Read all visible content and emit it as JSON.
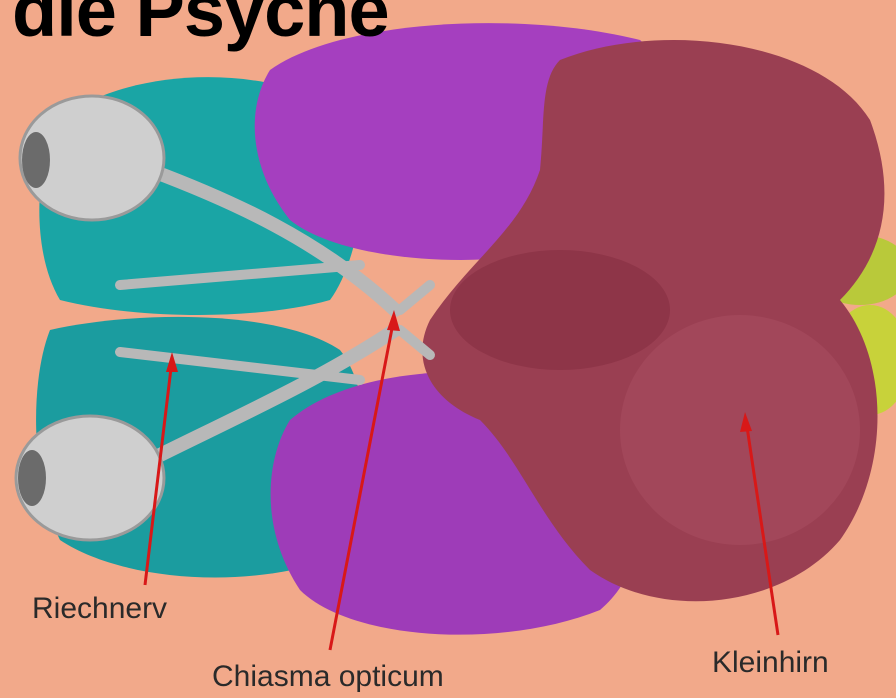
{
  "title": "die Psyche",
  "labels": {
    "riechnerv": "Riechnerv",
    "chiasma": "Chiasma opticum",
    "kleinhirn": "Kleinhirn"
  },
  "colors": {
    "background": "#f2a98a",
    "frontal_lobe": "#1aa5a5",
    "temporal_lobe": "#a53fbf",
    "brainstem_cerebellum": "#9a3f52",
    "nerves": "#b8b8b8",
    "pointer": "#d81818"
  }
}
